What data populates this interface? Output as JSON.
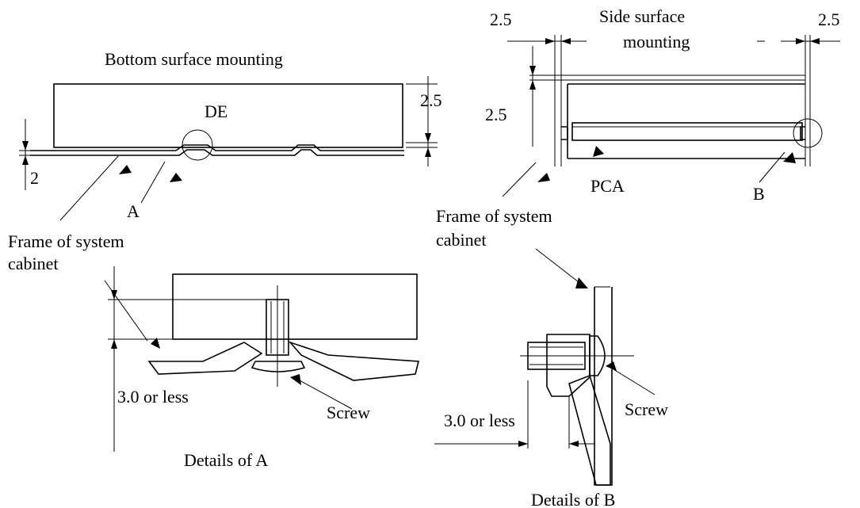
{
  "labels": {
    "bottom_title": "Bottom surface mounting",
    "side_title_line1": "Side surface",
    "side_title_line2": "mounting",
    "de": "DE",
    "pca": "PCA",
    "a": "A",
    "b": "B",
    "frame_left_line1": "Frame of system",
    "frame_left_line2": "cabinet",
    "frame_right_line1": "Frame of system",
    "frame_right_line2": "cabinet",
    "dim_25_top_left": "2.5",
    "dim_25_top_right": "2.5",
    "dim_25_side": "2.5",
    "dim_25_bottom": "2.5",
    "dim_2": "2",
    "dim_30_a": "3.0 or less",
    "dim_30_b": "3.0 or less",
    "screw_a": "Screw",
    "screw_b": "Screw",
    "details_a": "Details of A",
    "details_b": "Details of B"
  }
}
